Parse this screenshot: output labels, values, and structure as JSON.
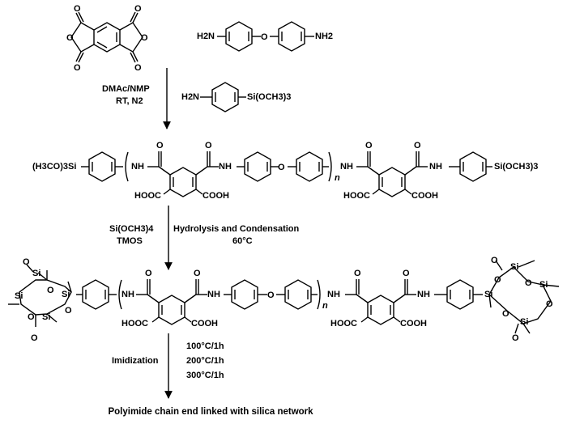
{
  "reagents": {
    "diamine_left": "H2N",
    "diamine_right": "NH2",
    "silane_amine": "H2N",
    "silane_group": "Si(OCH3)3"
  },
  "step1": {
    "solvent": "DMAc/NMP",
    "conditions": "RT, N2"
  },
  "polymer_amic": {
    "left_end": "(H3CO)3Si",
    "right_end": "Si(OCH3)3",
    "nh": "NH",
    "cooh": "COOH",
    "hooc": "HOOC",
    "repeat": "n"
  },
  "step2": {
    "reagent_formula": "Si(OCH3)4",
    "reagent_name": "TMOS",
    "process": "Hydrolysis and Condensation",
    "temperature": "60°C"
  },
  "polymer_silica": {
    "si": "Si",
    "o": "O"
  },
  "step3": {
    "process": "Imidization",
    "schedule": [
      "100°C/1h",
      "200°C/1h",
      "300°C/1h"
    ]
  },
  "product": "Polyimide chain end linked with silica network"
}
